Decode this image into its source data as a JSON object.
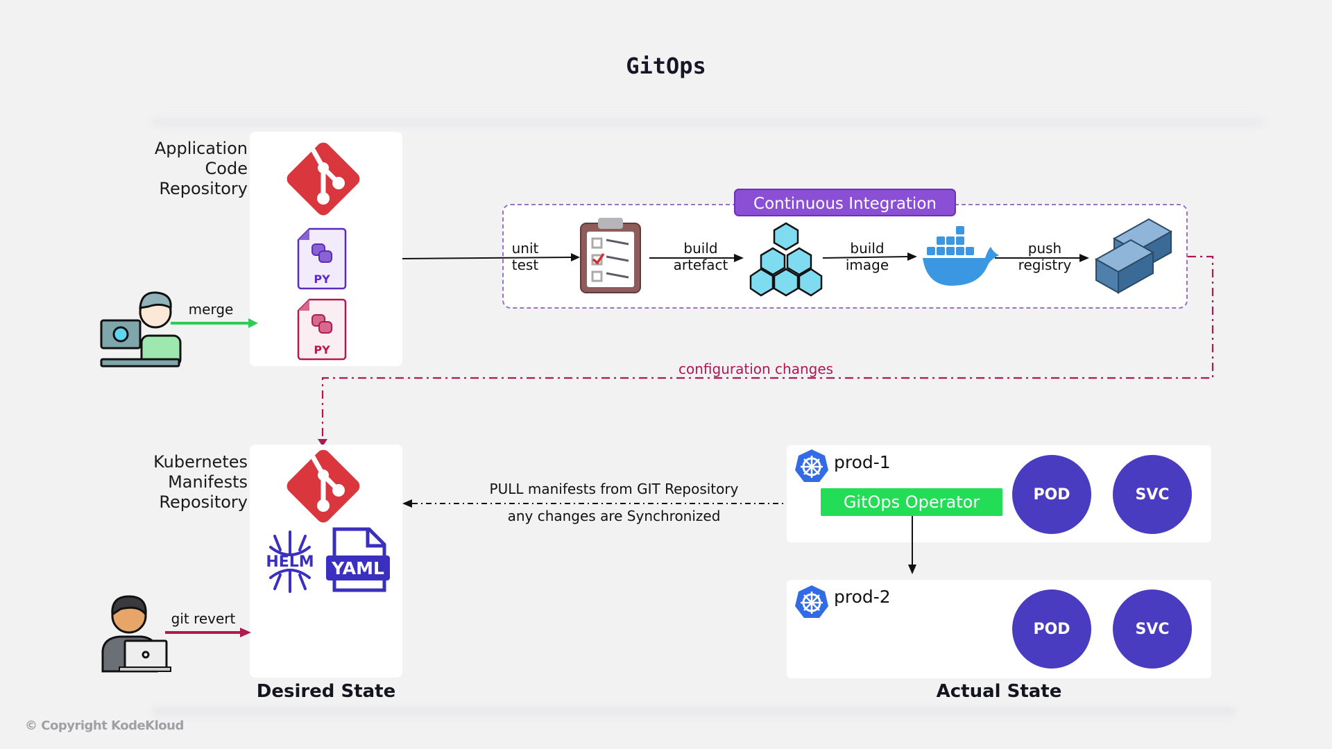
{
  "title": "GitOps",
  "app_repo": {
    "label_lines": [
      "Application",
      "Code",
      "Repository"
    ],
    "files": [
      {
        "ext": "PY",
        "color": "#5b2bbf"
      },
      {
        "ext": "PY",
        "color": "#b3194f"
      }
    ]
  },
  "developer_merge": {
    "action": "merge",
    "arrow_color": "#2ecc55"
  },
  "ci": {
    "badge": "Continuous Integration",
    "steps": [
      {
        "label_1": "unit",
        "label_2": "test"
      },
      {
        "label_1": "build",
        "label_2": "artefact"
      },
      {
        "label_1": "build",
        "label_2": "image"
      },
      {
        "label_1": "push",
        "label_2": "registry"
      }
    ],
    "icons": [
      "clipboard-checklist-icon",
      "cubes-artefact-icon",
      "docker-whale-icon",
      "container-registry-icon"
    ]
  },
  "config_changes": "configuration changes",
  "manifests_repo": {
    "label_lines": [
      "Kubernetes",
      "Manifests",
      "Repository"
    ],
    "helm_label": "HELM",
    "yaml_label": "YAML"
  },
  "developer_revert": {
    "action": "git revert",
    "arrow_color": "#b3194f"
  },
  "sync": {
    "line_1": "PULL manifests from GIT Repository",
    "line_2": "any changes are Synchronized"
  },
  "clusters": [
    {
      "name": "prod-1",
      "resources": [
        "POD",
        "SVC"
      ],
      "operator": "GitOps Operator"
    },
    {
      "name": "prod-2",
      "resources": [
        "POD",
        "SVC"
      ]
    }
  ],
  "desired_state": "Desired State",
  "actual_state": "Actual State",
  "copyright": "© Copyright KodeKloud",
  "colors": {
    "git_red": "#d9363e",
    "ci_purple": "#8a4fd4",
    "operator_green": "#22dd55",
    "resource_indigo": "#4a3cc0",
    "config_crimson": "#b01652",
    "k8s_blue": "#326ce5"
  }
}
